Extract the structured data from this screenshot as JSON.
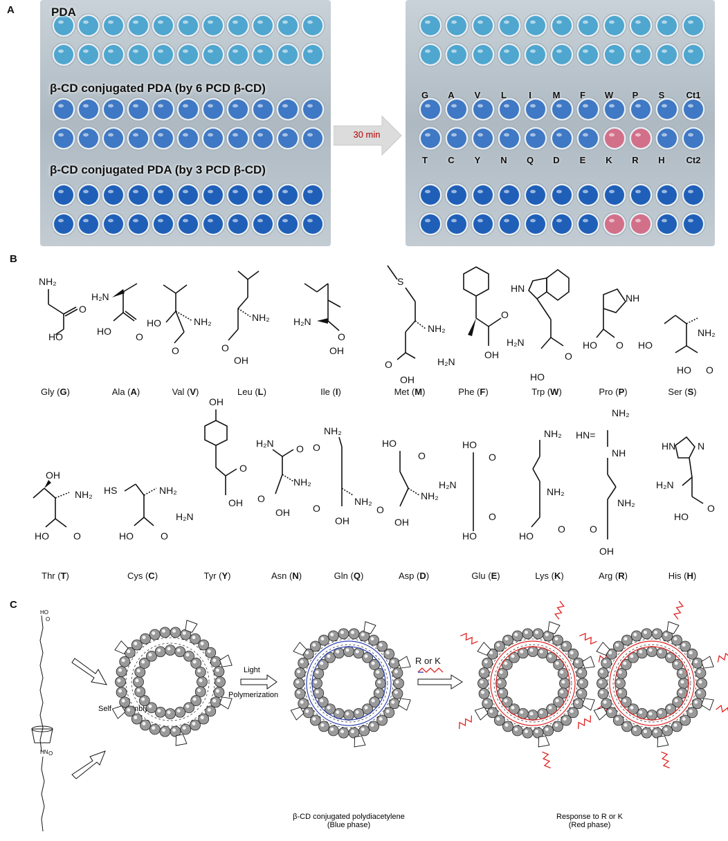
{
  "panels": {
    "a": "A",
    "b": "B",
    "c": "C"
  },
  "panel_a": {
    "plate_left_labels": [
      "PDA",
      "β-CD conjugated PDA (by 6 PCD β-CD)",
      "β-CD conjugated PDA (by 3 PCD β-CD)"
    ],
    "arrow_label": "30 min",
    "top_letters": [
      "G",
      "A",
      "V",
      "L",
      "I",
      "M",
      "F",
      "W",
      "P",
      "S",
      "Ct1"
    ],
    "bottom_letters": [
      "T",
      "C",
      "Y",
      "N",
      "Q",
      "D",
      "E",
      "K",
      "R",
      "H",
      "Ct2"
    ],
    "colors": {
      "pda": "#4fa6cf",
      "cd6": "#3f78c4",
      "cd3": "#1f5fb8",
      "red": "#d2708a"
    }
  },
  "panel_b": {
    "row1": [
      {
        "name": "Gly",
        "code": "G"
      },
      {
        "name": "Ala",
        "code": "A"
      },
      {
        "name": "Val",
        "code": "V"
      },
      {
        "name": "Leu",
        "code": "L"
      },
      {
        "name": "Ile",
        "code": "I"
      },
      {
        "name": "Met",
        "code": "M"
      },
      {
        "name": "Phe",
        "code": "F"
      },
      {
        "name": "Trp",
        "code": "W"
      },
      {
        "name": "Pro",
        "code": "P"
      },
      {
        "name": "Ser",
        "code": "S"
      }
    ],
    "row2": [
      {
        "name": "Thr",
        "code": "T"
      },
      {
        "name": "Cys",
        "code": "C"
      },
      {
        "name": "Tyr",
        "code": "Y"
      },
      {
        "name": "Asn",
        "code": "N"
      },
      {
        "name": "Gln",
        "code": "Q"
      },
      {
        "name": "Asp",
        "code": "D"
      },
      {
        "name": "Glu",
        "code": "E"
      },
      {
        "name": "Lys",
        "code": "K"
      },
      {
        "name": "Arg",
        "code": "R"
      },
      {
        "name": "His",
        "code": "H"
      }
    ],
    "groups": {
      "nh2": "NH₂",
      "h2n": "H₂N",
      "ho": "HO",
      "oh": "OH",
      "o": "O",
      "s": "S",
      "sh": "HS",
      "hn": "HN",
      "n": "N",
      "nh": "NH",
      "hn_eq": "HN="
    }
  },
  "panel_c": {
    "self_assembly": "Self\n-assembly",
    "light": "Light",
    "polymerization": "Polymerization",
    "r_or_k": "R or K",
    "caption_blue_1": "β-CD conjugated polydiacetylene",
    "caption_blue_2": "(Blue phase)",
    "caption_red_1": "Response to R or K",
    "caption_red_2": "(Red phase)",
    "ho_label": "HO",
    "hn_label": "HN",
    "o_label": "O",
    "colors": {
      "blue_ring": "#2a3fb3",
      "red_ring": "#e02020"
    }
  }
}
